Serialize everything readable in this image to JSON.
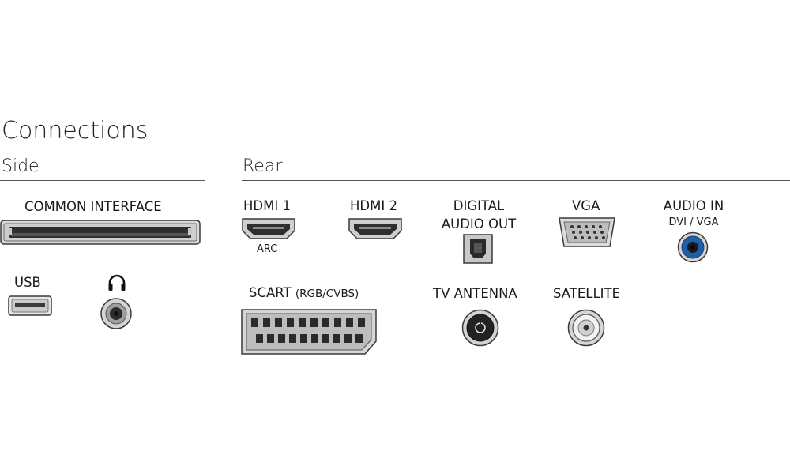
{
  "title": "Connections",
  "sections": {
    "side": "Side",
    "rear": "Rear"
  },
  "side": {
    "common_interface": "COMMON INTERFACE",
    "usb": "USB",
    "headphone_icon": "headphones-icon"
  },
  "rear": {
    "hdmi1": "HDMI 1",
    "hdmi1_sub": "ARC",
    "hdmi2": "HDMI 2",
    "digital_audio_out_line1": "DIGITAL",
    "digital_audio_out_line2": "AUDIO OUT",
    "vga": "VGA",
    "audio_in": "AUDIO IN",
    "audio_in_sub": "DVI / VGA",
    "scart": "SCART",
    "scart_sub": "(RGB/CVBS)",
    "tv_antenna": "TV ANTENNA",
    "satellite": "SATELLITE"
  },
  "colors": {
    "port_dark": "#2b2b2b",
    "port_grey": "#bdbdbd",
    "audio_blue": "#1f5fa8"
  }
}
